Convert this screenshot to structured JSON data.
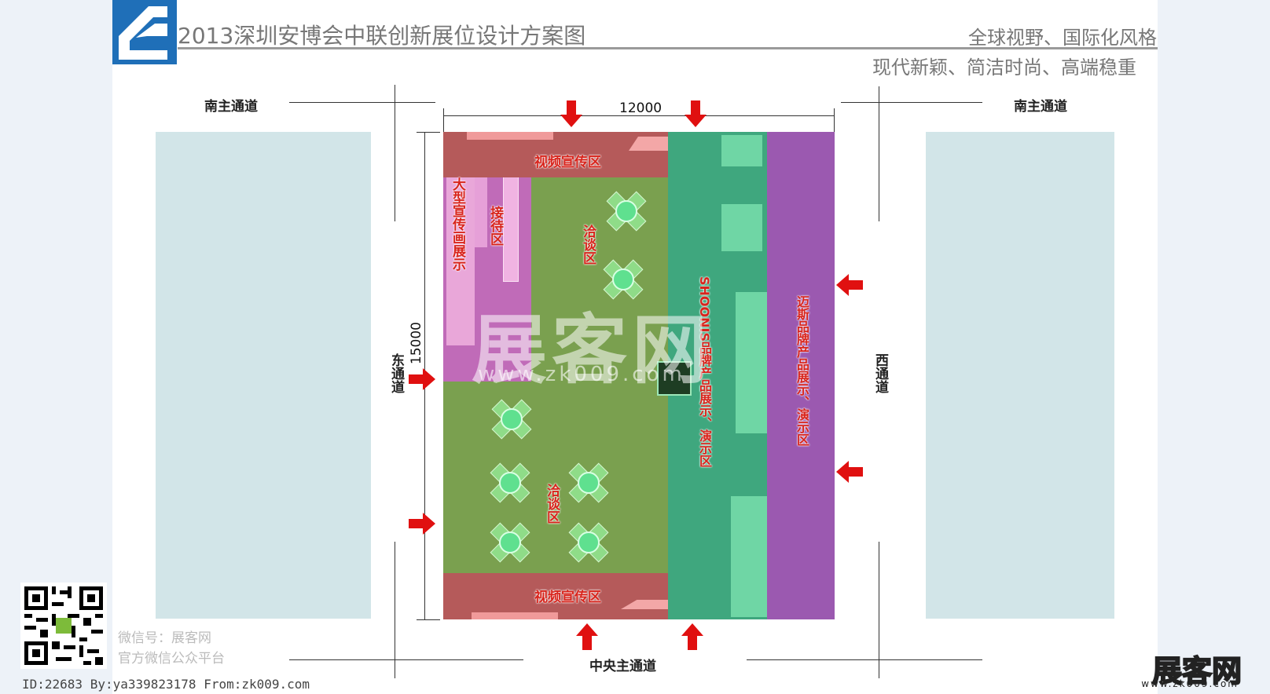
{
  "header": {
    "title": "2013深圳安博会中联创新展位设计方案图",
    "slogan_line1": "全球视野、国际化风格",
    "slogan_line2": "现代新颖、简洁时尚、高端稳重"
  },
  "aisles": {
    "south_left": "南主通道",
    "south_right": "南主通道",
    "east": "东通道",
    "west": "西通道",
    "central": "中央主通道"
  },
  "dimensions": {
    "width": "12000",
    "depth": "15000"
  },
  "zones": {
    "video_top": "视频宣传区",
    "video_bottom": "视频宣传区",
    "big_display": "大型宣传画展示",
    "reception": "接待区",
    "negotiation_top": "洽谈区",
    "negotiation_bottom": "洽谈区",
    "shoonis": "SHOONIS品牌产品展示、演示区",
    "maisi": "迈斯品牌产品展示、演示区"
  },
  "colors": {
    "green_zone": "#7aa04f",
    "teal_zone": "#3fa77e",
    "purple_zone": "#9b59b0",
    "magenta_zone": "#c06bb8",
    "red_zone": "#b55a5a",
    "label_red": "#d8241c",
    "arrow_red": "#e01010"
  },
  "watermark": {
    "brand": "展客网",
    "url": "www.zk009.com"
  },
  "footer": {
    "wechat_line1": "微信号：展客网",
    "wechat_line2": "官方微信公众平台",
    "id_line": "ID:22683 By:ya339823178 From:zk009.com",
    "brand": "展客网",
    "brand_url": "www.zk009.com"
  },
  "icons": {
    "logo": "company-logo-icon",
    "qr": "qr-code-icon",
    "arrow": "entrance-arrow-icon",
    "table": "negotiation-table-icon"
  }
}
